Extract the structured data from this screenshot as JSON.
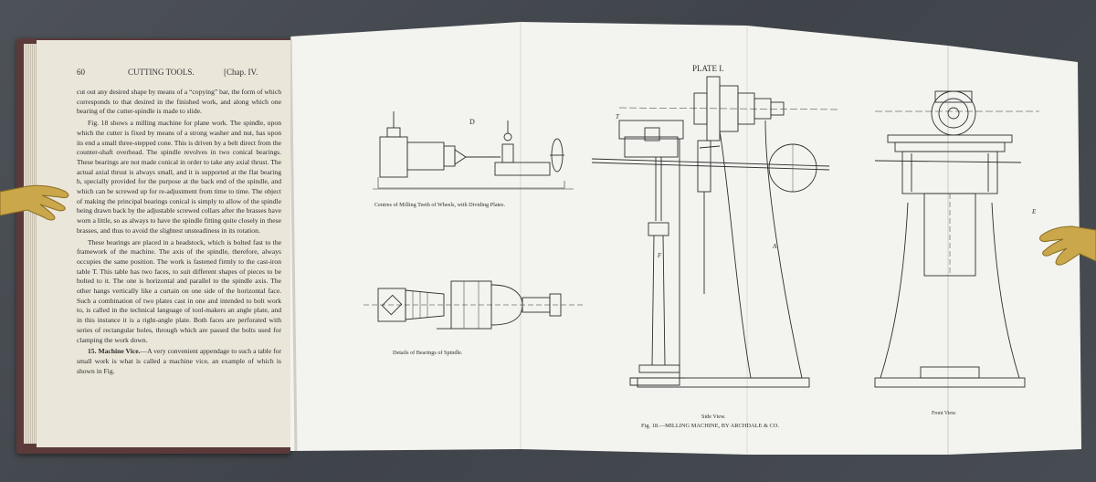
{
  "left_page": {
    "page_number": "60",
    "running_head": "CUTTING TOOLS.",
    "chapter": "[Chap. IV.",
    "paragraphs": [
      "cut out any desired shape by means of a “copying” bar, the form of which corresponds to that desired in the finished work, and along which one bearing of the cutter-spindle is made to slide.",
      "Fig. 18 shows a milling machine for plane work. The spindle, upon which the cutter is fixed by means of a strong washer and nut, has upon its end a small three-stepped cone. This is driven by a belt direct from the counter-shaft overhead. The spindle revolves in two conical bearings. These bearings are not made conical in order to take any axial thrust. The actual axial thrust is always small, and it is supported at the flat bearing b, specially provided for the purpose at the back end of the spindle, and which can be screwed up for re-adjustment from time to time. The object of making the principal bearings conical is simply to allow of the spindle being drawn back by the adjustable screwed collars after the brasses have worn a little, so as always to have the spindle fitting quite closely in these brasses, and thus to avoid the slightest unsteadiness in its rotation.",
      "These bearings are placed in a headstock, which is bolted fast to the framework of the machine. The axis of the spindle, therefore, always occupies the same position. The work is fastened firmly to the cast-iron table T. This table has two faces, to suit different shapes of pieces to be bolted to it. The one is horizontal and parallel to the spindle axis. The other hangs vertically like a curtain on one side of the horizontal face. Such a combination of two plates cast in one and intended to bolt work to, is called in the technical language of tool-makers an angle plate, and in this instance it is a right-angle plate. Both faces are perforated with series of rectangular holes, through which are passed the bolts used for clamping the work down."
    ],
    "section_number": "15.",
    "section_title": "Machine Vice.",
    "section_text": "—A very convenient appendage to such a table for small work is what is called a machine vice, an example of which is shown in Fig."
  },
  "plate": {
    "title": "PLATE I.",
    "label_d": "D",
    "caption_centres": "Centres of Milling Teeth of Wheels, with Dividing Plates.",
    "caption_bearings": "Details of Bearings of Spindle.",
    "caption_side": "Side View.",
    "caption_front": "Front View.",
    "caption_fig": "Fig. 18.—MILLING MACHINE, BY ARCHDALE & CO.",
    "label_t": "T",
    "label_a": "A",
    "label_e": "E",
    "label_f": "F"
  },
  "colors": {
    "background": "#474c52",
    "page": "#ebe6da",
    "plate_paper": "#f3f3ef",
    "cover": "#5c3a3a",
    "ink": "#2f2f2f",
    "hand": "#c9a74a"
  }
}
